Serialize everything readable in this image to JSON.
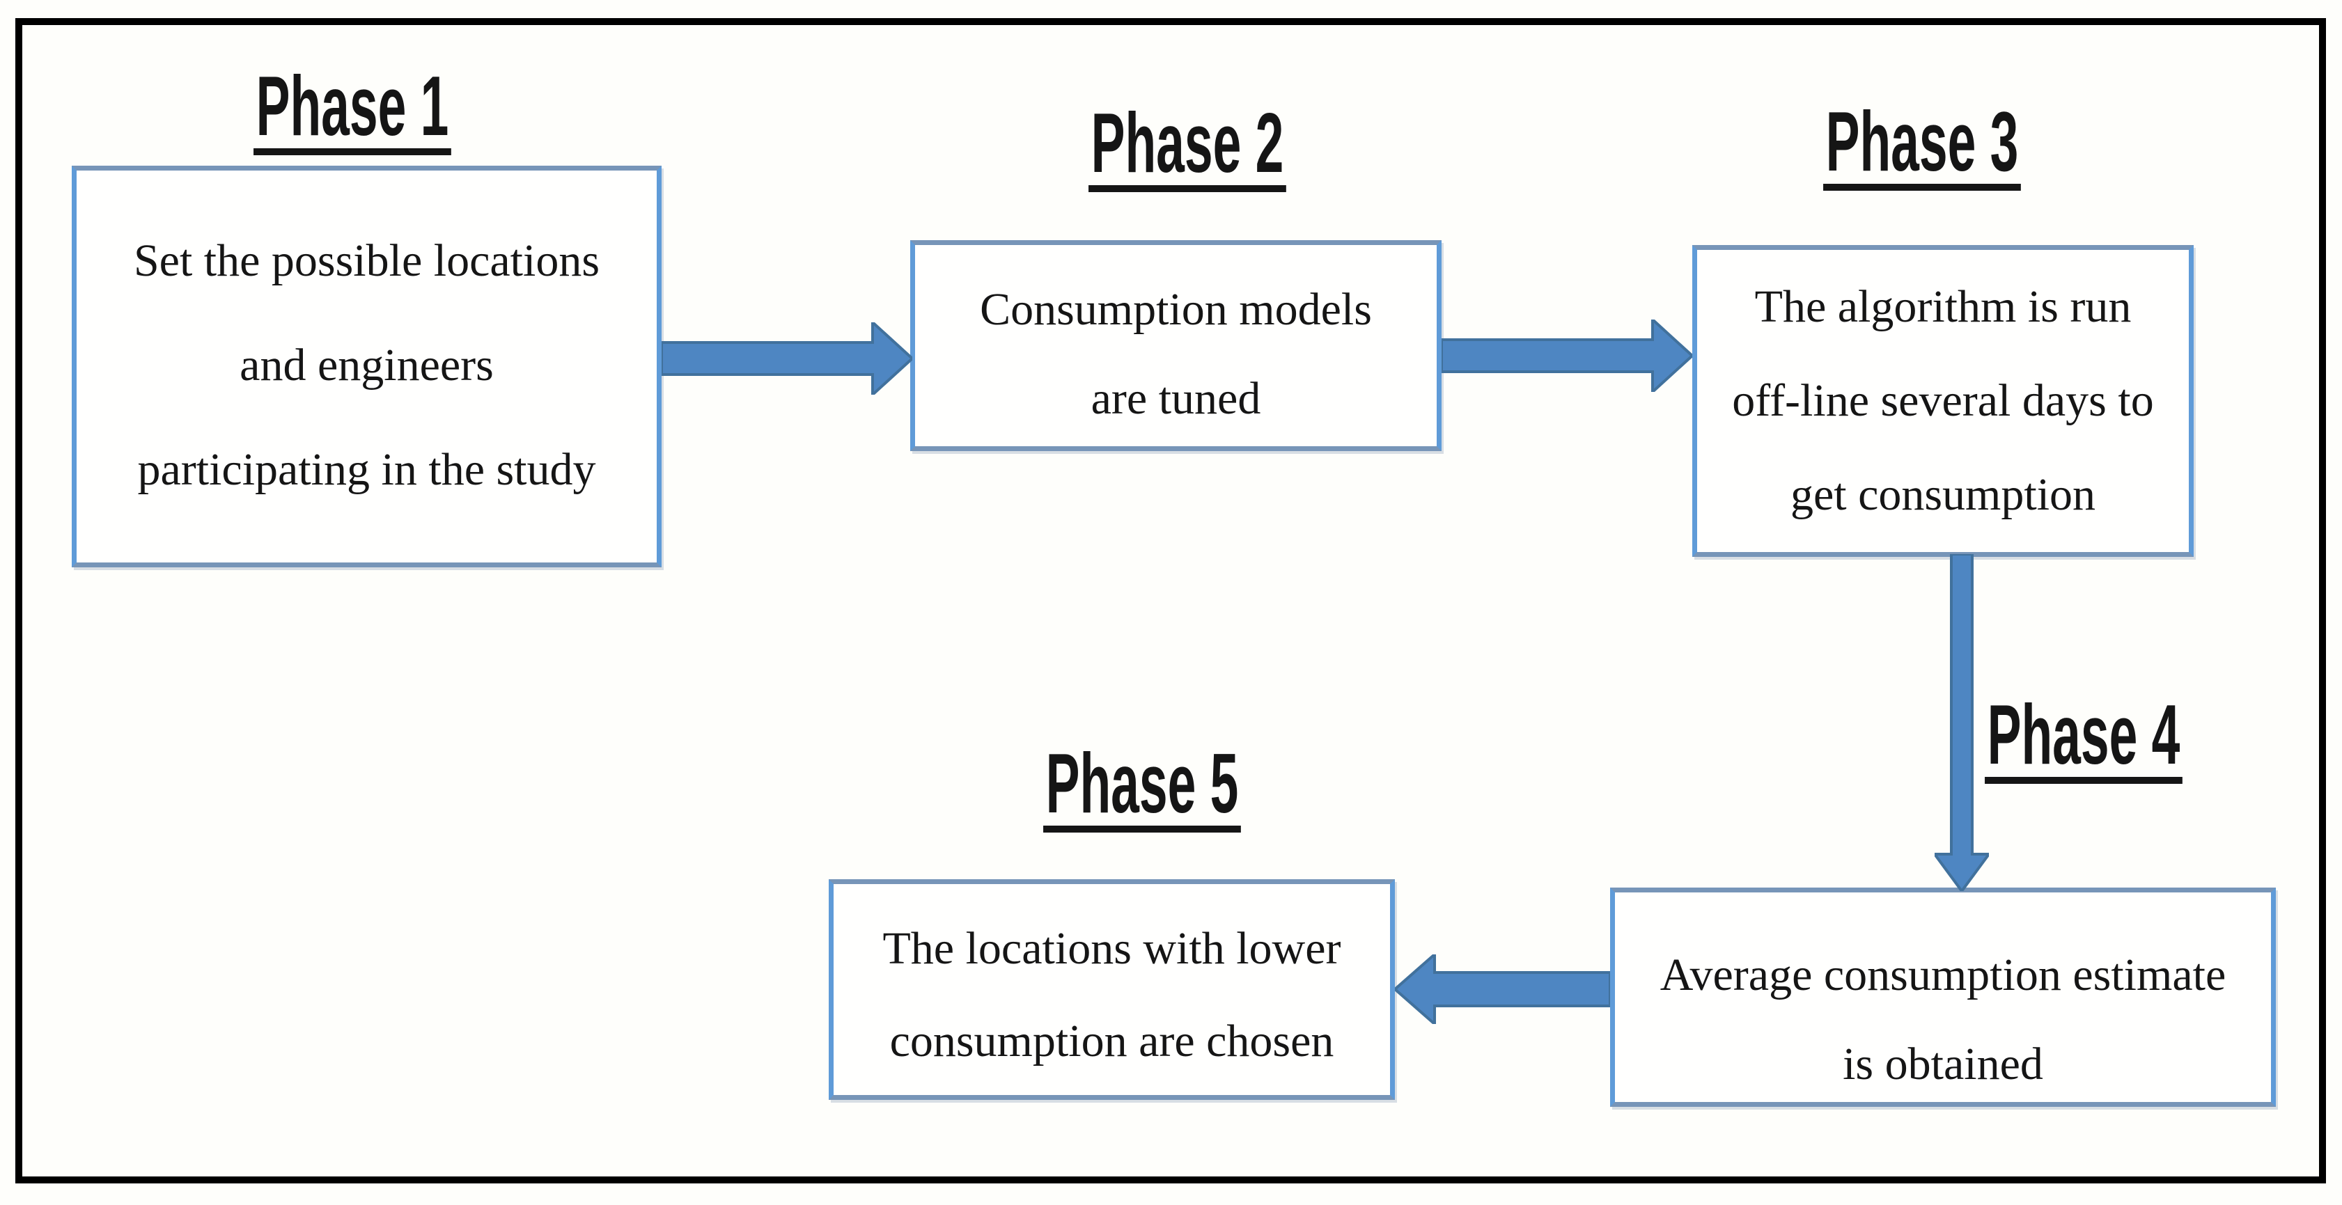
{
  "diagram": {
    "type": "flowchart",
    "phases": [
      {
        "title": "Phase 1",
        "lines": [
          "Set the possible locations",
          "and engineers",
          "participating in the study"
        ]
      },
      {
        "title": "Phase 2",
        "lines": [
          "Consumption models",
          "are tuned"
        ]
      },
      {
        "title": "Phase 3",
        "lines": [
          "The algorithm is run",
          "off-line several days to",
          "get consumption"
        ]
      },
      {
        "title": "Phase 4",
        "lines": [
          "Average consumption estimate",
          "is obtained"
        ]
      },
      {
        "title": "Phase 5",
        "lines": [
          "The locations with lower",
          "consumption are chosen"
        ]
      }
    ],
    "arrows": [
      {
        "from": "Phase 1",
        "to": "Phase 2",
        "direction": "right"
      },
      {
        "from": "Phase 2",
        "to": "Phase 3",
        "direction": "right"
      },
      {
        "from": "Phase 3",
        "to": "Phase 4",
        "direction": "down",
        "label": "Phase 4"
      },
      {
        "from": "Phase 4",
        "to": "Phase 5",
        "direction": "left"
      }
    ]
  },
  "colors": {
    "frame_color": "#000000",
    "text_color": "#151515",
    "box_border_side": "#5f9bd8",
    "box_border_topbottom": "#7795b8",
    "arrow_fill": "#4e86c2",
    "arrow_outline": "#41719c"
  }
}
